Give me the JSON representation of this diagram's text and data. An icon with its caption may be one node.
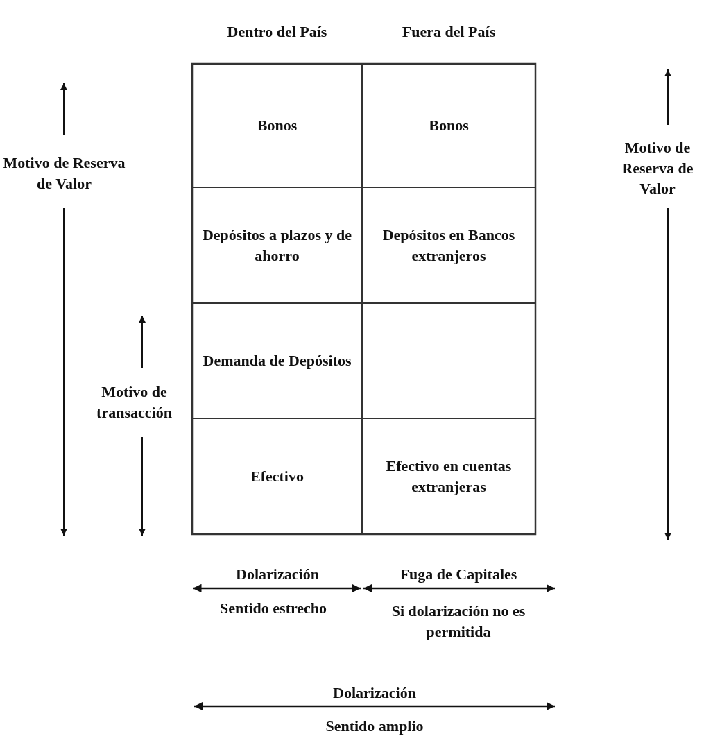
{
  "diagram": {
    "labels": [
      "Dentro del País",
      "Fuera del País",
      "Motivo de Reserva de Valor",
      "Bonos",
      "Bonos",
      "Motivo de Reserva de Valor",
      "Depósitos a plazos y de ahorro",
      "Depósitos en Bancos extranjeros",
      "Demanda de Depósitos",
      "Motivo de transacción",
      "Efectivo",
      "Efectivo en cuentas extranjeras",
      "Dolarización",
      "Fuga de Capitales",
      "Sentido estrecho",
      "Si dolarización no es permitida",
      "Dolarización",
      "Sentido amplio"
    ]
  }
}
